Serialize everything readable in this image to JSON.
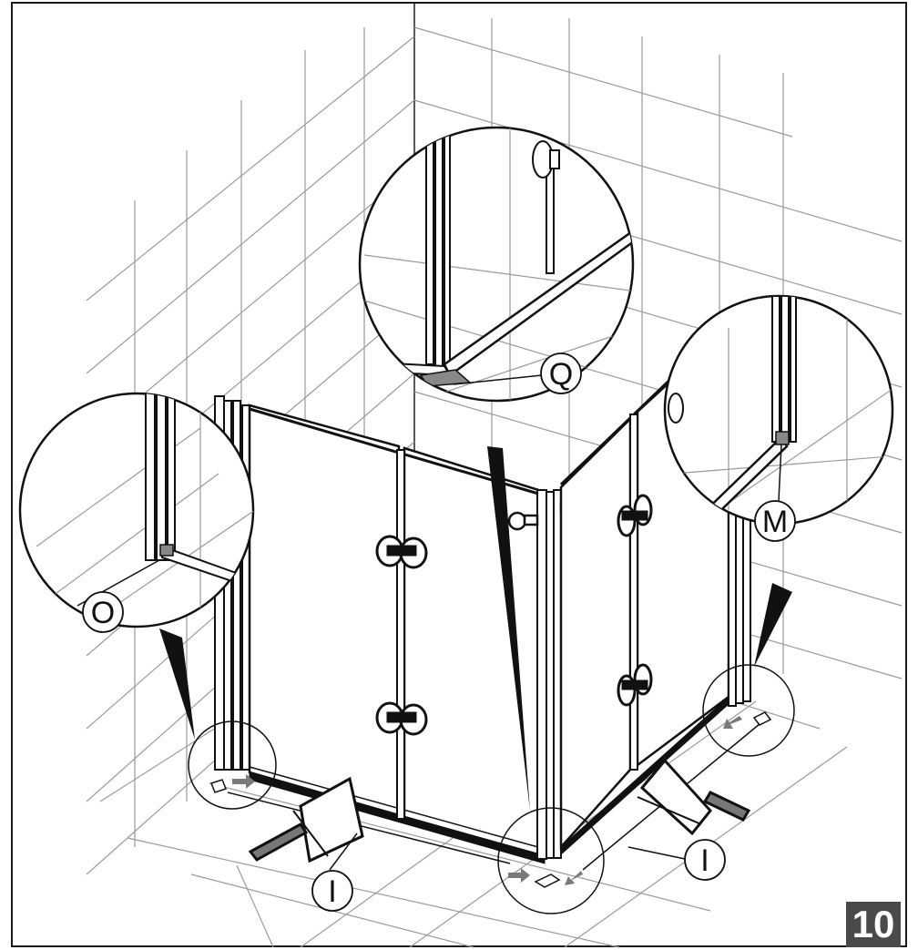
{
  "step_number": "10",
  "callouts": {
    "o": "O",
    "q": "Q",
    "m": "M",
    "i_left": "I",
    "i_right": "I"
  },
  "colors": {
    "line": "#111111",
    "tile_grid": "#9a9a9a",
    "arrow": "#7a7a7a",
    "badge": "#4a4a4a"
  }
}
